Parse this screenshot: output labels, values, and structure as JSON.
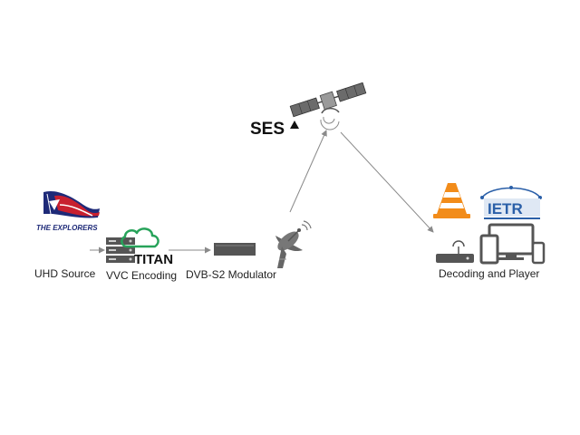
{
  "stages": {
    "source": "UHD Source",
    "encoding": "VVC Encoding",
    "modulator": "DVB-S2 Modulator",
    "decoding": "Decoding and Player"
  },
  "logos": {
    "explorers": "THE EXPLORERS",
    "titan": "TITAN",
    "ses": "SES",
    "ietr": "IETR"
  },
  "colors": {
    "titan_cloud": "#27a35a",
    "vlc_orange": "#f28c1a",
    "ietr_blue": "#2a5fa8",
    "explorers_red": "#c8202f",
    "explorers_blue": "#1e2a78",
    "equipment_gray": "#555555",
    "arrow_gray": "#8a8a8a"
  },
  "icons": {
    "server": "server-stack-icon",
    "cloud": "cloud-icon",
    "modulator": "modulator-box-icon",
    "dish": "satellite-dish-icon",
    "satellite": "satellite-icon",
    "player_cone": "vlc-cone-icon",
    "set_top_box": "set-top-box-icon",
    "devices": "devices-icon"
  }
}
